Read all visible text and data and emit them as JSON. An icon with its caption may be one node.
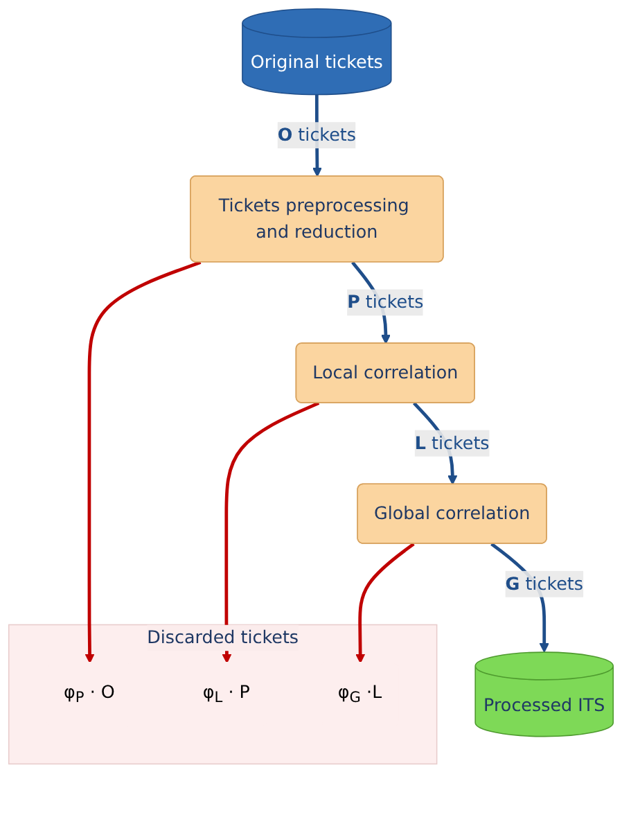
{
  "diagram": {
    "nodes": [
      {
        "text": [
          "Original tickets"
        ]
      },
      {
        "text": [
          "Tickets preprocessing and reduction"
        ]
      },
      {
        "text": [
          "Local correlation"
        ]
      },
      {
        "text": [
          "Global correlation"
        ]
      },
      {
        "text": [
          "Processed ITS"
        ]
      },
      {
        "text": [
          "Discarded tickets"
        ]
      },
      {
        "text": [
          "φ$_{P}$ · O"
        ],
        "in": 5
      },
      {
        "text": [
          "φ$_{L}$ · P"
        ],
        "in": 5
      },
      {
        "text": [
          "φ$_{G}$ ·L"
        ],
        "in": 5
      }
    ],
    "edges": [
      {
        "from": 0,
        "to": 1,
        "arrow": "to",
        "label": "**O** tickets"
      },
      {
        "from": 1,
        "to": 2,
        "arrow": "to",
        "label": "**P** tickets"
      },
      {
        "from": 2,
        "to": 3,
        "arrow": "to",
        "label": "**L** tickets"
      },
      {
        "from": 3,
        "to": 4,
        "arrow": "to",
        "label": "**G** tickets"
      },
      {
        "from": 1,
        "to": 6,
        "arrow": "to",
        "color": "#c00000"
      },
      {
        "from": 2,
        "to": 7,
        "arrow": "to",
        "color": "#c00000"
      },
      {
        "from": 3,
        "to": 8,
        "arrow": "to",
        "color": "#c00000"
      }
    ]
  }
}
